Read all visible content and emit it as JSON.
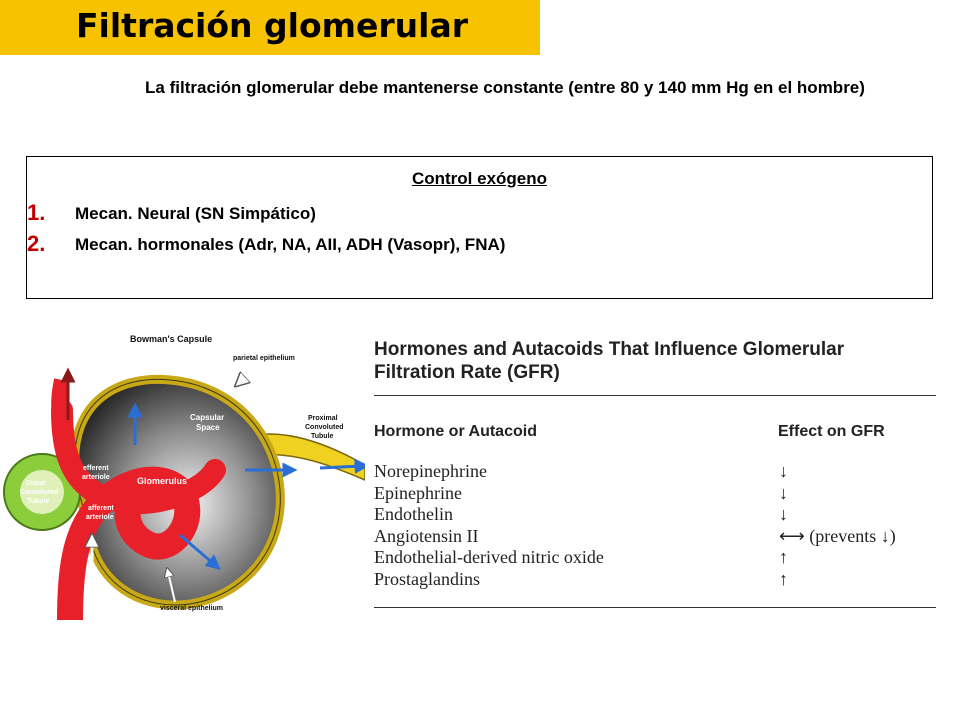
{
  "title": "Filtración glomerular",
  "subtitle": "La filtración glomerular debe mantenerse constante (entre 80 y 140 mm Hg en el hombre)",
  "control": {
    "heading": "Control exógeno",
    "items": [
      {
        "num": "1.",
        "text": "Mecan. Neural (SN Simpático)"
      },
      {
        "num": "2.",
        "text": "Mecan. hormonales (Adr, NA, AII, ADH (Vasopr), FNA)"
      }
    ]
  },
  "diagram": {
    "labels": {
      "bowman": "Bowman's Capsule",
      "parietal": "parietal epithelium",
      "capsular1": "Capsular",
      "capsular2": "Space",
      "proximal1": "Proximal",
      "proximal2": "Convoluted",
      "proximal3": "Tubule",
      "glomerulus": "Glomerulus",
      "distal1": "Distal",
      "distal2": "Convoluted",
      "distal3": "Tubule",
      "efferent1": "efferent",
      "efferent2": "arteriole",
      "afferent1": "afferent",
      "afferent2": "arteriole",
      "visceral": "visceral epithelium"
    },
    "colors": {
      "vessel": "#e8202a",
      "tubule": "#8ccd3c",
      "capsule": "#f0d020",
      "arrow": "#2a6fd6"
    }
  },
  "gfr_table": {
    "heading_line1": "Hormones and Autacoids That Influence Glomerular",
    "heading_line2": "Filtration Rate (GFR)",
    "col_hormone": "Hormone or Autacoid",
    "col_effect": "Effect on GFR",
    "rows": [
      {
        "name": "Norepinephrine",
        "effect": "↓"
      },
      {
        "name": "Epinephrine",
        "effect": "↓"
      },
      {
        "name": "Endothelin",
        "effect": "↓"
      },
      {
        "name": "Angiotensin II",
        "effect": "⟷ (prevents ↓)"
      },
      {
        "name": "Endothelial-derived nitric oxide",
        "effect": "↑"
      },
      {
        "name": "Prostaglandins",
        "effect": "↑"
      }
    ]
  }
}
